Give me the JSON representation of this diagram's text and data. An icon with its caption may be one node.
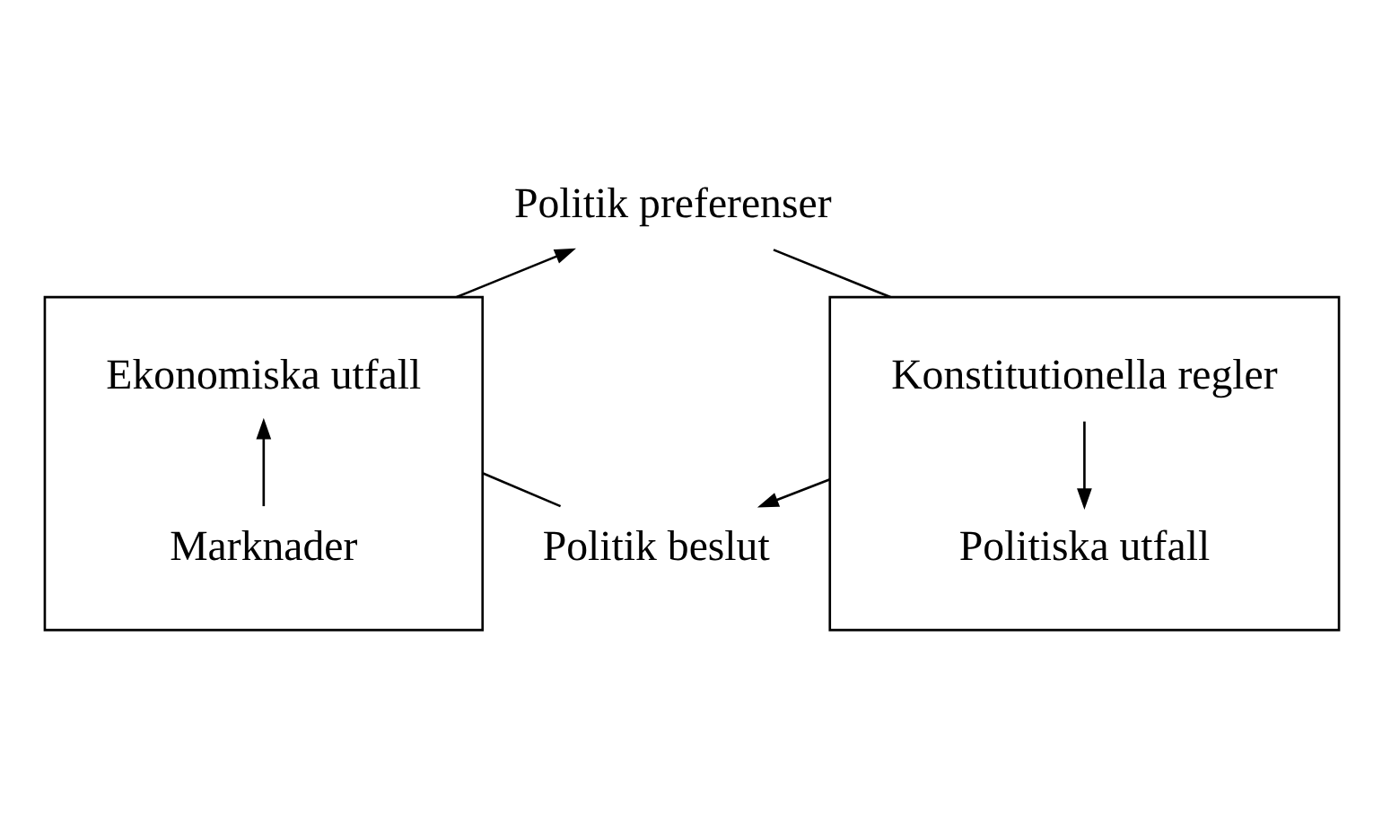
{
  "diagram": {
    "nodes": [
      {
        "text": [],
        "shape": "box"
      },
      {
        "text": [
          "Ekonomiska utfall"
        ],
        "in": 0
      },
      {
        "text": [
          "Marknader"
        ],
        "in": 0
      },
      {
        "text": [
          "Politik preferenser"
        ]
      },
      {
        "text": [],
        "shape": "box"
      },
      {
        "text": [
          "Konstitutionella regler"
        ],
        "in": 4
      },
      {
        "text": [
          "Politiska utfall"
        ],
        "in": 4
      },
      {
        "text": [
          "Politik beslut"
        ]
      }
    ],
    "edges": [
      {
        "from": 2,
        "to": 1,
        "arrow": "to"
      },
      {
        "from": 0,
        "to": 3,
        "arrow": "to"
      },
      {
        "from": 3,
        "to": 4,
        "arrow": "none"
      },
      {
        "from": 5,
        "to": 6,
        "arrow": "to"
      },
      {
        "from": 4,
        "to": 7,
        "arrow": "to"
      },
      {
        "from": 7,
        "to": 0,
        "arrow": "none"
      }
    ]
  }
}
